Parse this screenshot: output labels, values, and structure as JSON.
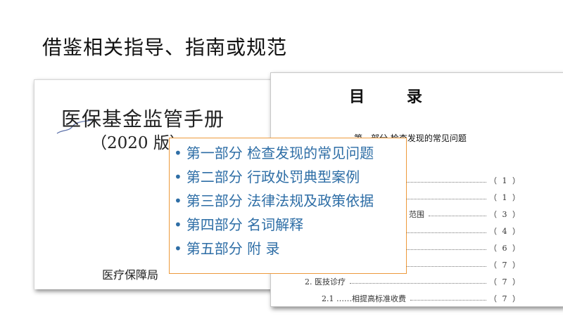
{
  "slide": {
    "title": "借鉴相关指导、指南或规范"
  },
  "cover_page": {
    "title": "医保基金监管手册",
    "edition": "（2020 版）",
    "publisher": "医疗保障局"
  },
  "toc_page": {
    "heading": "目  录",
    "part_label": "第一部分   检查发现的常见问题",
    "rows": [
      {
        "entry": "",
        "page": "（ 1 ）"
      },
      {
        "entry": "",
        "page": "（ 1 ）"
      },
      {
        "entry": "范围",
        "page": "（ 3 ）"
      },
      {
        "entry": "",
        "page": "（ 4 ）"
      },
      {
        "entry": "",
        "page": "（ 6 ）"
      },
      {
        "entry": "",
        "page": "（ 7 ）"
      },
      {
        "entry": "2. 医技诊疗",
        "page": "（ 7 ）"
      },
      {
        "entry": "2.1   ……相提高标准收费",
        "page": "（ 7 ）"
      }
    ]
  },
  "overlay_list": {
    "bullet": "•",
    "border_color": "#ed9a3c",
    "text_color": "#2e6ea6",
    "items": [
      "第一部分 检查发现的常见问题",
      "第二部分 行政处罚典型案例",
      "第三部分 法律法规及政策依据",
      "第四部分 名词解释",
      "第五部分 附 录"
    ]
  }
}
